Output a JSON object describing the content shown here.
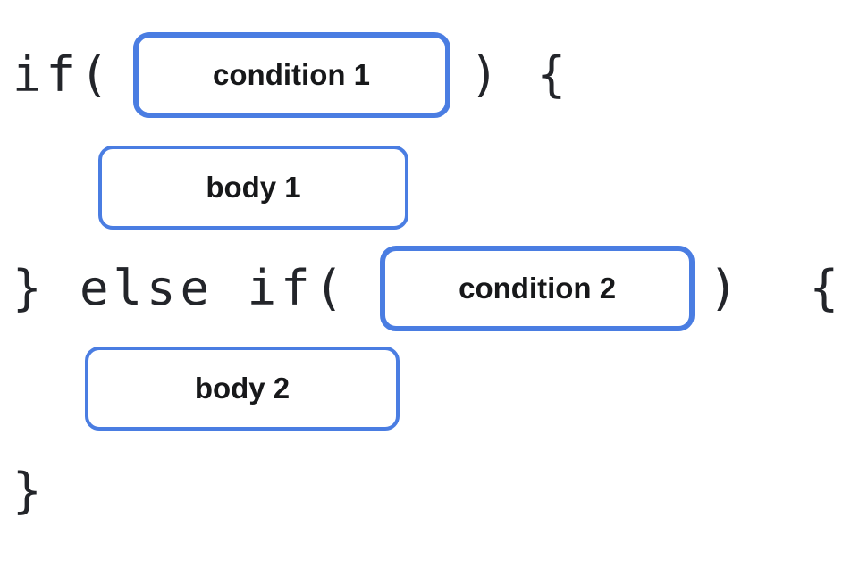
{
  "diagram": {
    "rows": {
      "line1": {
        "prefix": "if(",
        "slot": "condition 1",
        "suffix": ") {"
      },
      "line2": {
        "slot": "body 1"
      },
      "line3": {
        "prefix": "} else if(",
        "slot": "condition 2",
        "suffix": ")  {"
      },
      "line4": {
        "slot": "body 2"
      },
      "line5": {
        "text": "}"
      }
    },
    "colors": {
      "slot_border": "#4a7de2",
      "code_text": "#23252a",
      "label_text": "#17181a",
      "background": "#ffffff"
    }
  }
}
